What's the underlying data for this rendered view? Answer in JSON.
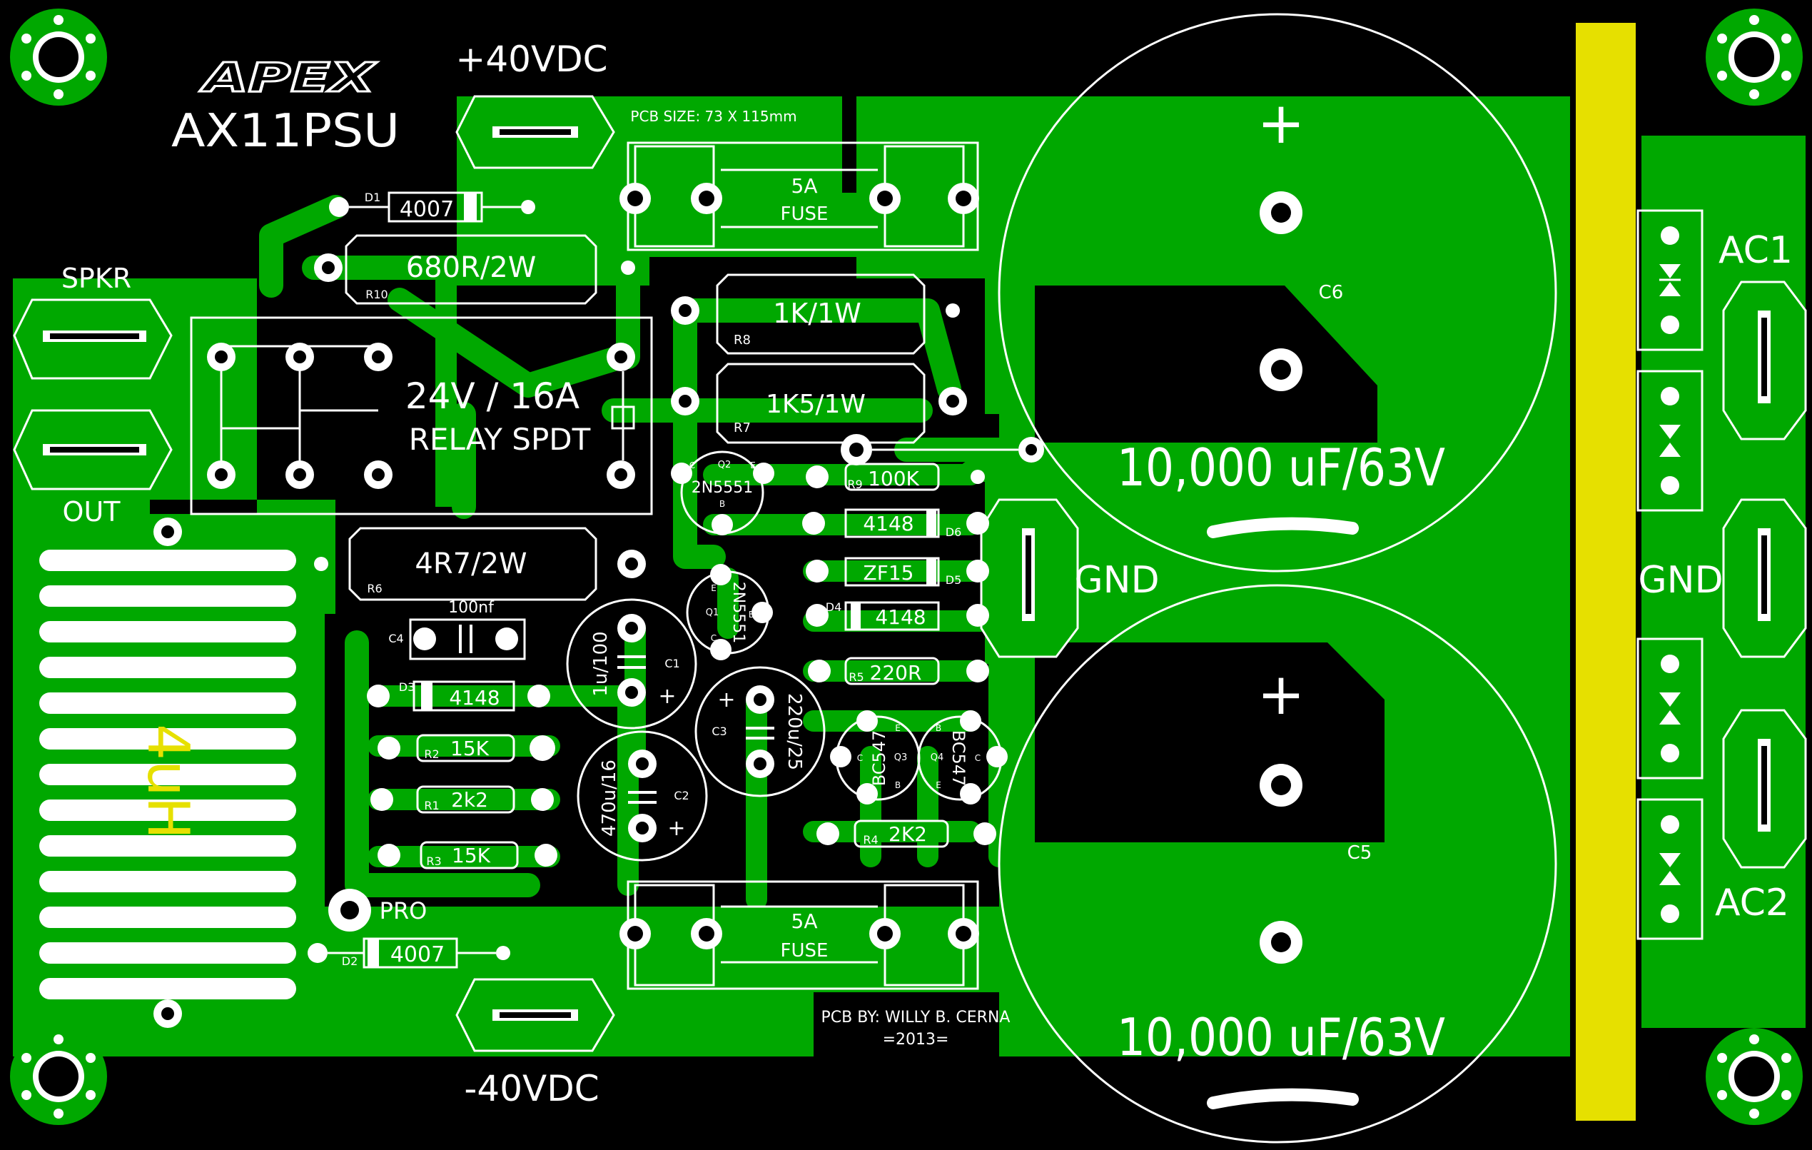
{
  "colors": {
    "background": "#000000",
    "copper": "#00a800",
    "silkscreen": "#ffffff",
    "heatsink": "#e6e000",
    "inductor": "#e6e000"
  },
  "board": {
    "brand": "APEX",
    "model": "AX11PSU",
    "pcb_size": "PCB SIZE: 73 X 115mm",
    "credit": "PCB BY: WILLY B. CERNA",
    "year": "=2013="
  },
  "terminals": {
    "pos_supply": "+40VDC",
    "neg_supply": "-40VDC",
    "spkr": "SPKR",
    "out": "OUT",
    "gnd_left": "GND",
    "gnd_right": "GND",
    "ac1": "AC1",
    "ac2": "AC2",
    "pro": "PRO"
  },
  "components": {
    "d1": {
      "ref": "D1",
      "value": "4007"
    },
    "d2": {
      "ref": "D2",
      "value": "4007"
    },
    "d3": {
      "ref": "D3",
      "value": "4148"
    },
    "d4": {
      "ref": "D4",
      "value": "4148"
    },
    "d5": {
      "ref": "D5",
      "value": "ZF15"
    },
    "d6": {
      "ref": "D6",
      "value": "4148"
    },
    "r10": {
      "ref": "R10",
      "value": "680R/2W"
    },
    "r8": {
      "ref": "R8",
      "value": "1K/1W"
    },
    "r7": {
      "ref": "R7",
      "value": "1K5/1W"
    },
    "r6": {
      "ref": "R6",
      "value": "4R7/2W"
    },
    "r9": {
      "ref": "R9",
      "value": "100K"
    },
    "r5": {
      "ref": "R5",
      "value": "220R"
    },
    "r4": {
      "ref": "R4",
      "value": "2K2"
    },
    "r3": {
      "ref": "R3",
      "value": "15K"
    },
    "r2": {
      "ref": "R2",
      "value": "15K"
    },
    "r1": {
      "ref": "R1",
      "value": "2k2"
    },
    "c4": {
      "ref": "C4",
      "value": "100nf"
    },
    "c1": {
      "ref": "C1",
      "value": "1u/100"
    },
    "c2": {
      "ref": "C2",
      "value": "470u/16"
    },
    "c3": {
      "ref": "C3",
      "value": "220u/25"
    },
    "c5": {
      "ref": "C5",
      "value": "10,000 uF/63V"
    },
    "c6": {
      "ref": "C6",
      "value": "10,000 uF/63V"
    },
    "q1": {
      "ref": "Q1",
      "value": "2N5551"
    },
    "q2": {
      "ref": "Q2",
      "value": "2N5551"
    },
    "q3": {
      "ref": "Q3",
      "value": "BC547"
    },
    "q4": {
      "ref": "Q4",
      "value": "BC547"
    },
    "relay": {
      "line1": "24V / 16A",
      "line2": "RELAY SPDT"
    },
    "fuse_top": {
      "value": "5A",
      "label": "FUSE"
    },
    "fuse_bottom": {
      "value": "5A",
      "label": "FUSE"
    },
    "inductor": {
      "value": "4uH"
    },
    "pins": {
      "c": "C",
      "b": "B",
      "e": "E"
    },
    "plus": "+"
  }
}
